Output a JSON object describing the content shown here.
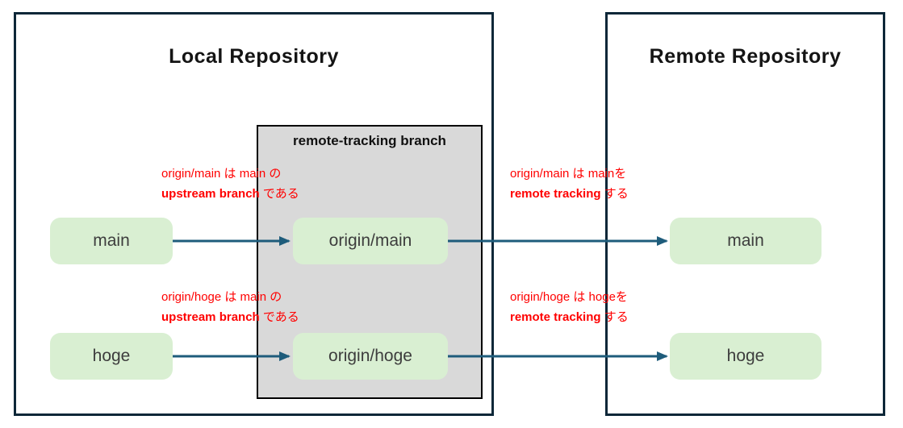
{
  "diagram": {
    "local_repo": {
      "title": "Local Repository"
    },
    "remote_repo": {
      "title": "Remote Repository"
    },
    "tracking_box": {
      "title": "remote-tracking branch"
    },
    "branches": {
      "local_main": "main",
      "local_hoge": "hoge",
      "origin_main": "origin/main",
      "origin_hoge": "origin/hoge",
      "remote_main": "main",
      "remote_hoge": "hoge"
    },
    "annotations": {
      "upstream_main": {
        "line1": "origin/main は main の",
        "line2_bold": "upstream branch",
        "line2_rest": " である"
      },
      "upstream_hoge": {
        "line1": "origin/hoge は main の",
        "line2_bold": "upstream branch",
        "line2_rest": " である"
      },
      "tracking_main": {
        "line1": "origin/main は mainを",
        "line2_bold": "remote tracking",
        "line2_rest": " する"
      },
      "tracking_hoge": {
        "line1": "origin/hoge は hogeを",
        "line2_bold": "remote tracking",
        "line2_rest": " する"
      }
    },
    "colors": {
      "repo_border": "#0d2738",
      "arrow": "#1e5c7b",
      "branch_fill": "#d9efd2",
      "tracking_fill": "#d9d9d9",
      "tracking_border": "#000000",
      "annotation_red": "#ff0000"
    }
  }
}
